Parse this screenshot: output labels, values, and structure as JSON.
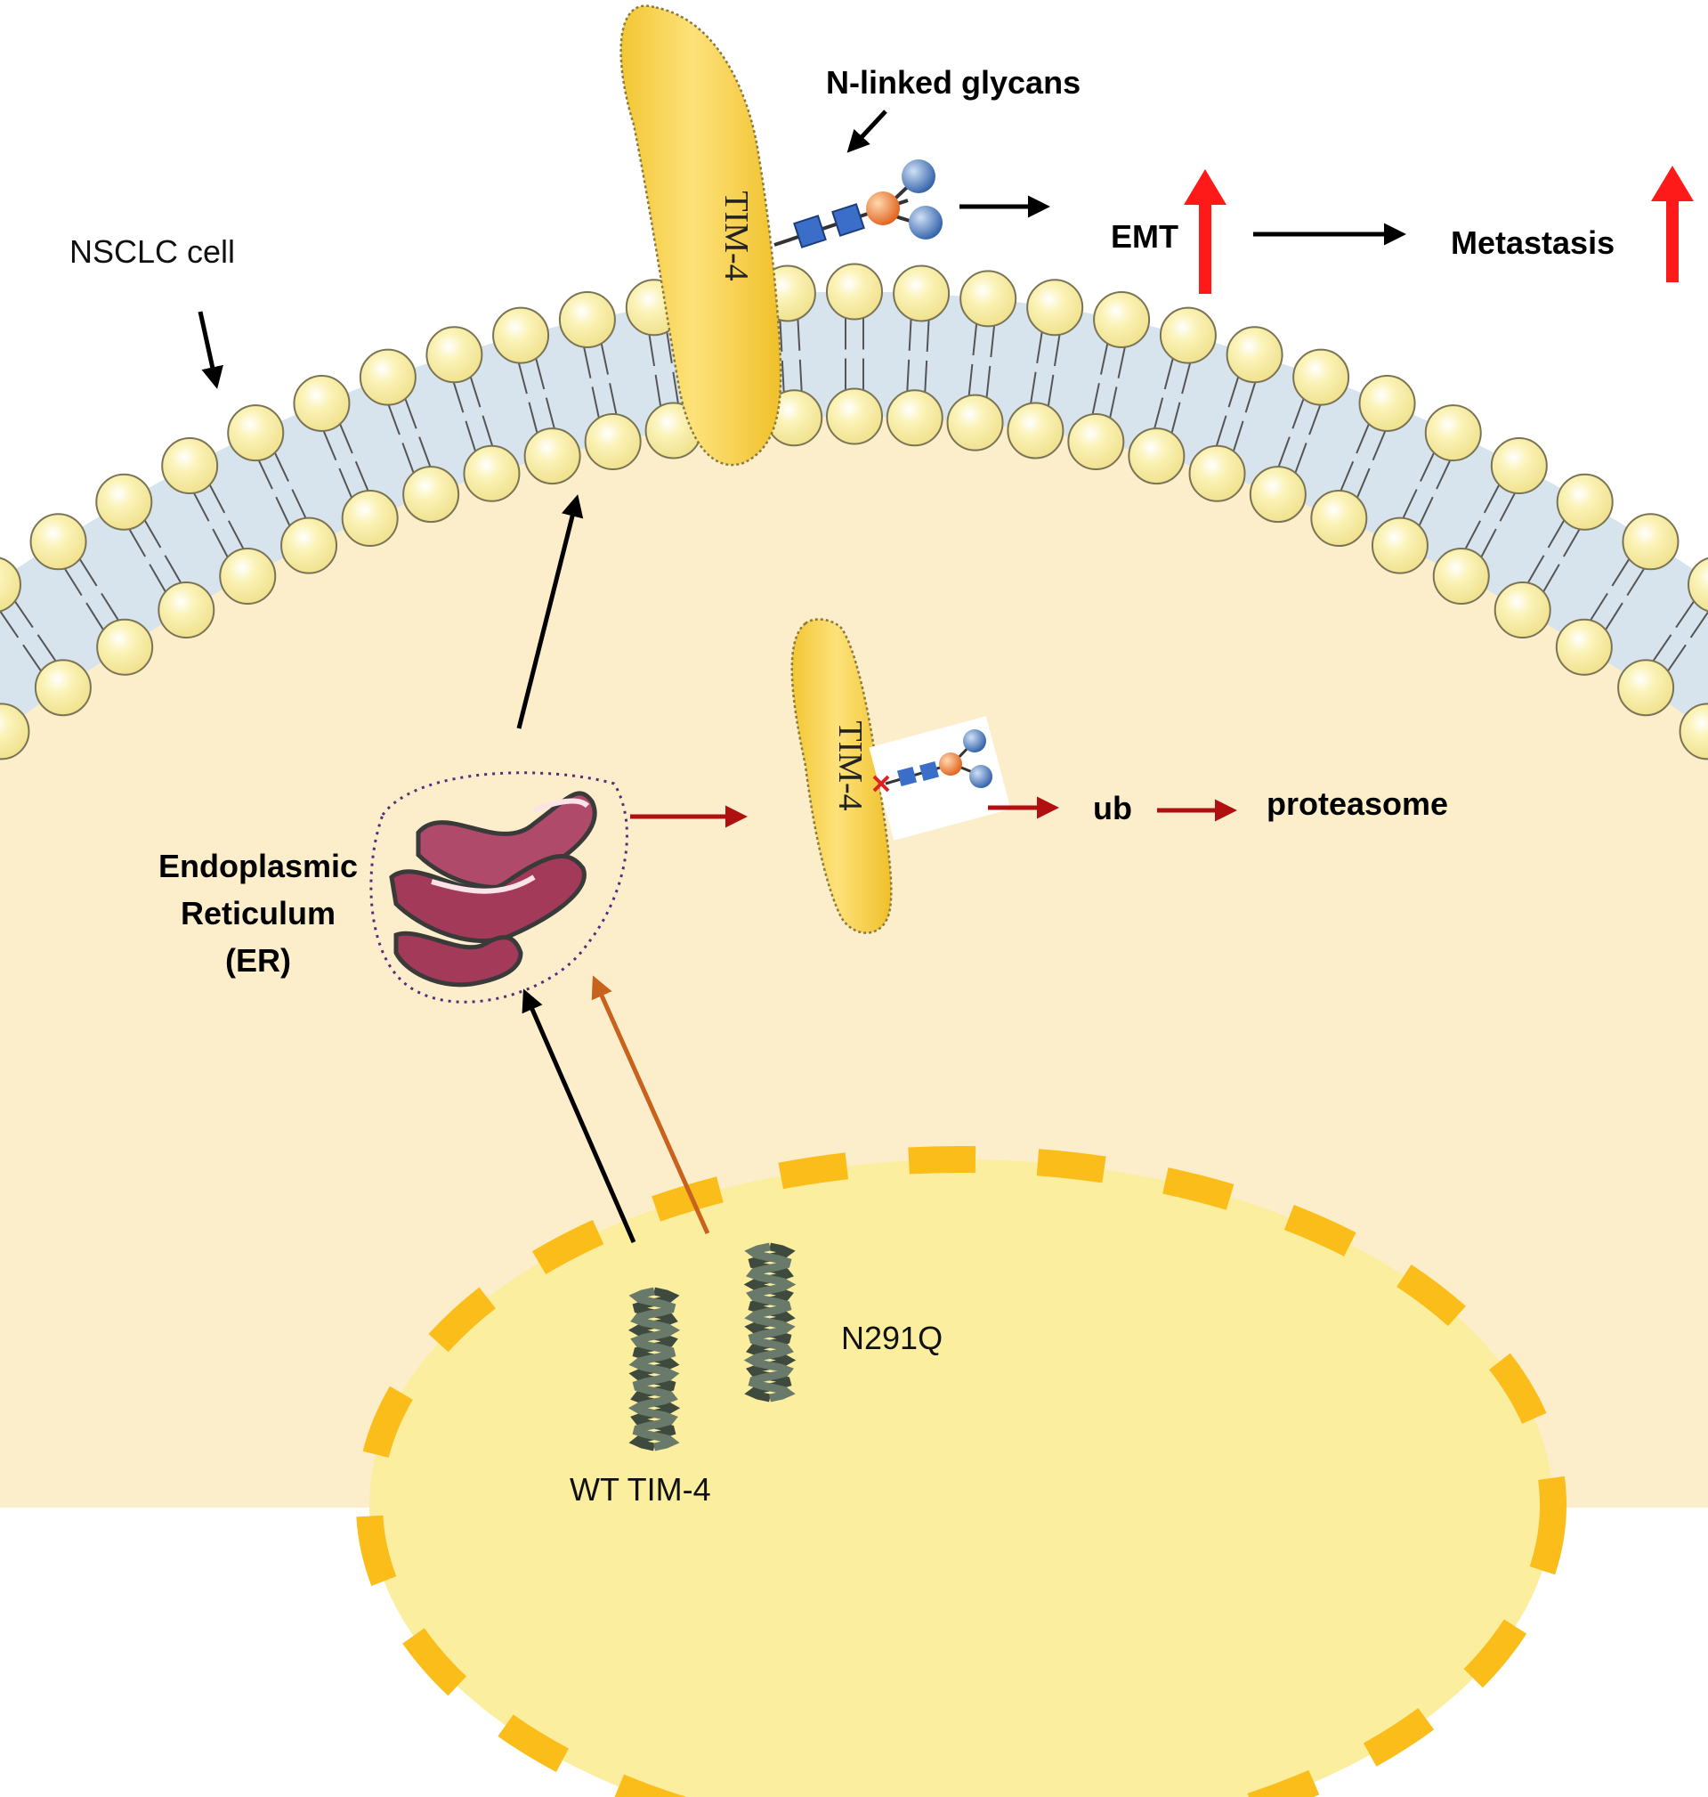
{
  "labels": {
    "cell": "NSCLC cell",
    "glycans": "N-linked glycans",
    "protein_membrane": "TIM-4",
    "protein_er": "TIM-4",
    "emt": "EMT",
    "metastasis": "Metastasis",
    "er_line1": "Endoplasmic",
    "er_line2": "Reticulum",
    "er_line3": "(ER)",
    "ub": "ub",
    "proteasome": "proteasome",
    "wt": "WT TIM-4",
    "mutant": "N291Q"
  },
  "colors": {
    "cytoplasm": "#fdeecb",
    "membrane_band": "#d7e4ee",
    "lipid_head": "#fbf0a6",
    "lipid_head_stroke": "#7a7456",
    "nucleus": "#fcee9f",
    "nuclear_envelope": "#fbbd1a",
    "protein": "#f9d65a",
    "er": "#a43a5a",
    "arrow_black": "#000000",
    "arrow_darkred": "#b01010",
    "arrow_orange": "#c8621c",
    "up_arrow_red": "#ff1a1a",
    "glycan_square": "#3a6ec8",
    "glycan_core": "#f07830",
    "glycan_end": "#3a76c8"
  }
}
